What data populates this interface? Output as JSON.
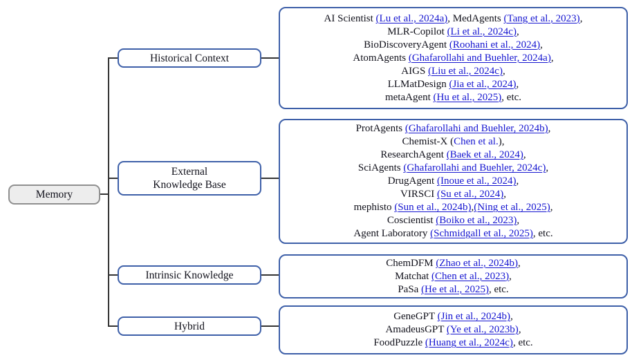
{
  "colors": {
    "box_border_blue": "#3d5fa8",
    "root_border_gray": "#8f8f8f",
    "root_fill_gray": "#ededed",
    "link_blue": "#1414d0",
    "text_dark": "#10101a",
    "connector_gray": "#333333"
  },
  "root": {
    "label": "Memory"
  },
  "branches": [
    {
      "label_lines": [
        "Historical Context"
      ],
      "lines": [
        [
          {
            "t": "AI Scientist ",
            "s": "p"
          },
          {
            "t": "(Lu et al., 2024a)",
            "s": "c"
          },
          {
            "t": ", MedAgents ",
            "s": "p"
          },
          {
            "t": "(Tang et al., 2023)",
            "s": "c"
          },
          {
            "t": ",",
            "s": "p"
          }
        ],
        [
          {
            "t": "MLR-Copilot ",
            "s": "p"
          },
          {
            "t": "(Li et al., 2024c)",
            "s": "c"
          },
          {
            "t": ",",
            "s": "p"
          }
        ],
        [
          {
            "t": "BioDiscoveryAgent ",
            "s": "p"
          },
          {
            "t": "(Roohani et al., 2024)",
            "s": "c"
          },
          {
            "t": ",",
            "s": "p"
          }
        ],
        [
          {
            "t": "AtomAgents ",
            "s": "p"
          },
          {
            "t": "(Ghafarollahi and Buehler, 2024a)",
            "s": "c"
          },
          {
            "t": ",",
            "s": "p"
          }
        ],
        [
          {
            "t": "AIGS ",
            "s": "p"
          },
          {
            "t": "(Liu et al., 2024c)",
            "s": "c"
          },
          {
            "t": ",",
            "s": "p"
          }
        ],
        [
          {
            "t": "LLMatDesign ",
            "s": "p"
          },
          {
            "t": "(Jia et al., 2024)",
            "s": "c"
          },
          {
            "t": ",",
            "s": "p"
          }
        ],
        [
          {
            "t": "metaAgent ",
            "s": "p"
          },
          {
            "t": "(Hu et al., 2025)",
            "s": "c"
          },
          {
            "t": ", etc.",
            "s": "p"
          }
        ]
      ]
    },
    {
      "label_lines": [
        "External",
        "Knowledge Base"
      ],
      "lines": [
        [
          {
            "t": "ProtAgents ",
            "s": "p"
          },
          {
            "t": "(Ghafarollahi and Buehler, 2024b)",
            "s": "c"
          },
          {
            "t": ",",
            "s": "p"
          }
        ],
        [
          {
            "t": "Chemist-X (",
            "s": "p"
          },
          {
            "t": "Chen et al.",
            "s": "b"
          },
          {
            "t": "),",
            "s": "p"
          }
        ],
        [
          {
            "t": "ResearchAgent ",
            "s": "p"
          },
          {
            "t": "(Baek et al., 2024)",
            "s": "c"
          },
          {
            "t": ",",
            "s": "p"
          }
        ],
        [
          {
            "t": "SciAgents ",
            "s": "p"
          },
          {
            "t": "(Ghafarollahi and Buehler, 2024c)",
            "s": "c"
          },
          {
            "t": ",",
            "s": "p"
          }
        ],
        [
          {
            "t": "DrugAgent ",
            "s": "p"
          },
          {
            "t": "(Inoue et al., 2024)",
            "s": "c"
          },
          {
            "t": ",",
            "s": "p"
          }
        ],
        [
          {
            "t": "VIRSCI ",
            "s": "p"
          },
          {
            "t": "(Su et al., 2024)",
            "s": "c"
          },
          {
            "t": ",",
            "s": "p"
          }
        ],
        [
          {
            "t": "mephisto ",
            "s": "p"
          },
          {
            "t": "(Sun et al., 2024b)",
            "s": "c"
          },
          {
            "t": ",",
            "s": "p"
          },
          {
            "t": "(Ning et al., 2025)",
            "s": "c"
          },
          {
            "t": ",",
            "s": "p"
          }
        ],
        [
          {
            "t": "Coscientist ",
            "s": "p"
          },
          {
            "t": "(Boiko et al., 2023)",
            "s": "c"
          },
          {
            "t": ",",
            "s": "p"
          }
        ],
        [
          {
            "t": "Agent Laboratory ",
            "s": "p"
          },
          {
            "t": "(Schmidgall et al., 2025)",
            "s": "c"
          },
          {
            "t": ", etc.",
            "s": "p"
          }
        ]
      ]
    },
    {
      "label_lines": [
        "Intrinsic Knowledge"
      ],
      "lines": [
        [
          {
            "t": "ChemDFM ",
            "s": "p"
          },
          {
            "t": "(Zhao et al., 2024b)",
            "s": "c"
          },
          {
            "t": ",",
            "s": "p"
          }
        ],
        [
          {
            "t": "Matchat ",
            "s": "p"
          },
          {
            "t": "(Chen et al., 2023)",
            "s": "c"
          },
          {
            "t": ",",
            "s": "p"
          }
        ],
        [
          {
            "t": "PaSa ",
            "s": "p"
          },
          {
            "t": "(He et al., 2025)",
            "s": "c"
          },
          {
            "t": ", etc.",
            "s": "p"
          }
        ]
      ]
    },
    {
      "label_lines": [
        "Hybrid"
      ],
      "lines": [
        [
          {
            "t": "GeneGPT ",
            "s": "p"
          },
          {
            "t": "(Jin et al., 2024b)",
            "s": "c"
          },
          {
            "t": ",",
            "s": "p"
          }
        ],
        [
          {
            "t": "AmadeusGPT ",
            "s": "p"
          },
          {
            "t": "(Ye et al., 2023b)",
            "s": "c"
          },
          {
            "t": ",",
            "s": "p"
          }
        ],
        [
          {
            "t": "FoodPuzzle ",
            "s": "p"
          },
          {
            "t": "(Huang et al., 2024c)",
            "s": "c"
          },
          {
            "t": ", etc.",
            "s": "p"
          }
        ]
      ]
    }
  ]
}
